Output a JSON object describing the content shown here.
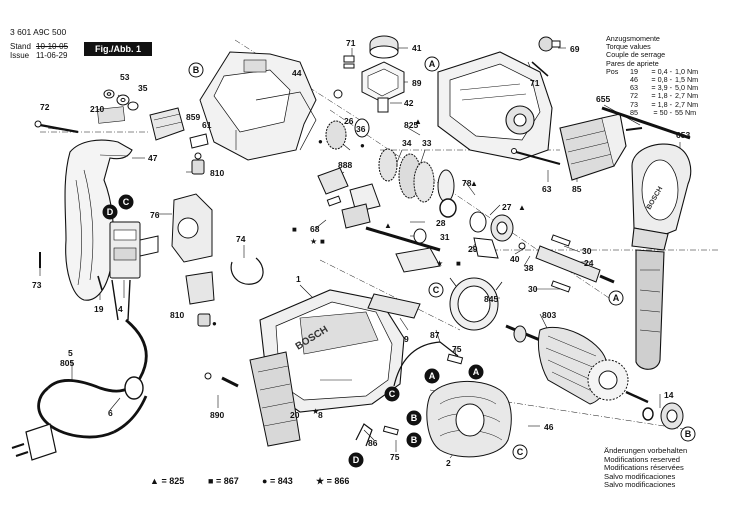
{
  "header": {
    "part_number": "3 601 A9C 500",
    "stand_label": "Stand",
    "stand_date": "10-10-05",
    "issue_label": "Issue",
    "issue_date": "11-06-29",
    "figure_label": "Fig./Abb. 1"
  },
  "torque_table": {
    "titles": [
      "Anzugsmomente",
      "Torque values",
      "Couple de serrage",
      "Pares de apriete"
    ],
    "rows": [
      {
        "label": "Pos",
        "pos": "19",
        "range": "= 0,4 -",
        "value": "1,0 Nm"
      },
      {
        "label": "",
        "pos": "46",
        "range": "= 0,8 -",
        "value": "1,5 Nm"
      },
      {
        "label": "",
        "pos": "63",
        "range": "= 3,9 -",
        "value": "5,0 Nm"
      },
      {
        "label": "",
        "pos": "72",
        "range": "= 1,8 -",
        "value": "2,7 Nm"
      },
      {
        "label": "",
        "pos": "73",
        "range": "= 1,8 -",
        "value": "2,7 Nm"
      },
      {
        "label": "",
        "pos": "85",
        "range": "= 50 -",
        "value": "55 Nm"
      }
    ]
  },
  "notes": [
    "Änderungen vorbehalten",
    "Modifications reserved",
    "Modifications réservées",
    "Salvo modificaciones",
    "Salvo modificaciones"
  ],
  "legend": [
    {
      "symbol": "▲",
      "text": "= 825"
    },
    {
      "symbol": "■",
      "text": "= 867"
    },
    {
      "symbol": "●",
      "text": "= 843"
    },
    {
      "symbol": "★",
      "text": "= 866"
    }
  ],
  "brand_text": "BOSCH",
  "part_labels": {
    "p71a": "71",
    "p41": "41",
    "p69": "69",
    "p71b": "71",
    "p89": "89",
    "p42": "42",
    "p44": "44",
    "p53": "53",
    "p35": "35",
    "p210": "210",
    "p72": "72",
    "p859": "859",
    "p61": "61",
    "p47": "47",
    "p825": "825",
    "p655": "655",
    "p653": "653",
    "p26": "26",
    "p36": "36",
    "p34": "34",
    "p33": "33",
    "p888": "888",
    "p810a": "810",
    "p76": "76",
    "p78": "78",
    "p63": "63",
    "p85": "85",
    "p68": "68",
    "p28": "28",
    "p27": "27",
    "p31": "31",
    "p29": "29",
    "p30a": "30",
    "p40": "40",
    "p24": "24",
    "p38": "38",
    "p74": "74",
    "p1": "1",
    "p30b": "30",
    "p845": "845",
    "p803": "803",
    "p73": "73",
    "p19": "19",
    "p4": "4",
    "p810b": "810",
    "p9": "9",
    "p87": "87",
    "p75a": "75",
    "p5": "5",
    "p805": "805",
    "p6": "6",
    "p890": "890",
    "p20": "20",
    "p8": "8",
    "p14": "14",
    "p46": "46",
    "p86": "86",
    "p75b": "75",
    "p2": "2"
  },
  "callouts": {
    "c_b1": "B",
    "c_a1": "A",
    "c_c1": "C",
    "c_d1": "D",
    "c_c2": "C",
    "c_a2": "A",
    "c_a3": "A",
    "c_c3": "C",
    "c_a4": "A",
    "c_b2": "B",
    "c_b3": "B",
    "c_d2": "D",
    "c_c4": "C",
    "c_b4": "B"
  },
  "colors": {
    "ink": "#111111",
    "paper": "#ffffff",
    "shade": "#cfcfcf",
    "dark": "#333333"
  }
}
